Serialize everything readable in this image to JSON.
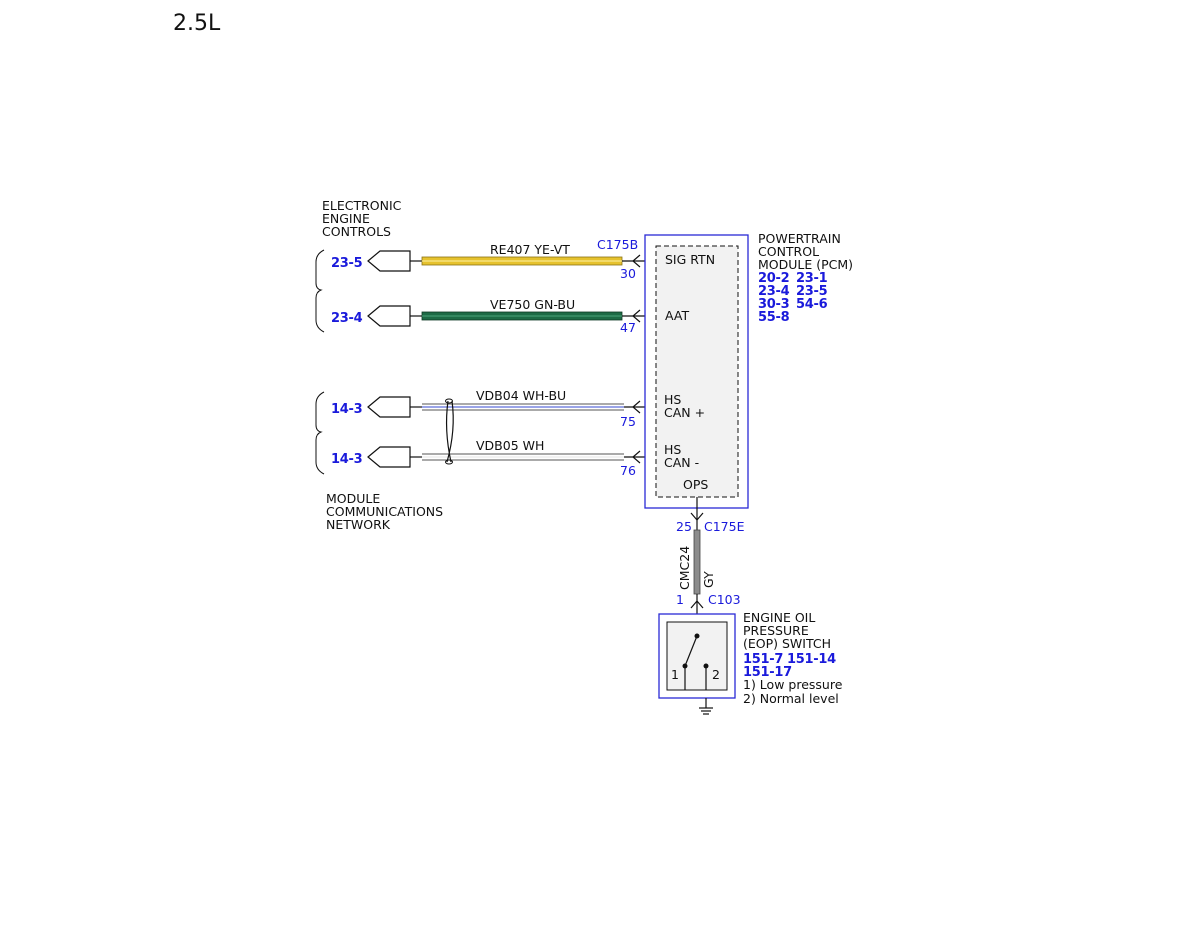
{
  "title": "2.5L",
  "left_groups": {
    "electronic_engine_controls": [
      "ELECTRONIC",
      "ENGINE",
      "CONTROLS"
    ],
    "module_communications_network": [
      "MODULE",
      "COMMUNICATIONS",
      "NETWORK"
    ]
  },
  "wires": [
    {
      "ref": "23-5",
      "circuit": "RE407 YE-VT",
      "pin": "30",
      "pin_label": "SIG RTN",
      "color": "#e6c22e"
    },
    {
      "ref": "23-4",
      "circuit": "VE750 GN-BU",
      "pin": "47",
      "pin_label": "AAT",
      "color": "#1e6b46"
    },
    {
      "ref": "14-3",
      "circuit": "VDB04 WH-BU",
      "pin": "75",
      "pin_label_1": "HS",
      "pin_label_2": "CAN +"
    },
    {
      "ref": "14-3",
      "circuit": "VDB05 WH",
      "pin": "76",
      "pin_label_1": "HS",
      "pin_label_2": "CAN -"
    }
  ],
  "connectors": {
    "pcm_top": "C175B",
    "pcm_bottom": "C175E",
    "pcm_bottom_pin": "25",
    "switch_conn": "C103",
    "switch_pin": "1"
  },
  "pcm": {
    "name_lines": [
      "POWERTRAIN",
      "CONTROL",
      "MODULE (PCM)"
    ],
    "refs": [
      [
        "20-2",
        "23-1"
      ],
      [
        "23-4",
        "23-5"
      ],
      [
        "30-3",
        "54-6"
      ],
      [
        "55-8"
      ]
    ],
    "ops_label": "OPS"
  },
  "vertical_wire": {
    "circuit": "CMC24",
    "color_code": "GY"
  },
  "eop_switch": {
    "name_lines": [
      "ENGINE OIL",
      "PRESSURE",
      "(EOP) SWITCH"
    ],
    "refs": [
      [
        "151-7",
        "151-14"
      ],
      [
        "151-17"
      ]
    ],
    "notes": [
      "1) Low pressure",
      "2) Normal level"
    ],
    "pos_1": "1",
    "pos_2": "2"
  }
}
